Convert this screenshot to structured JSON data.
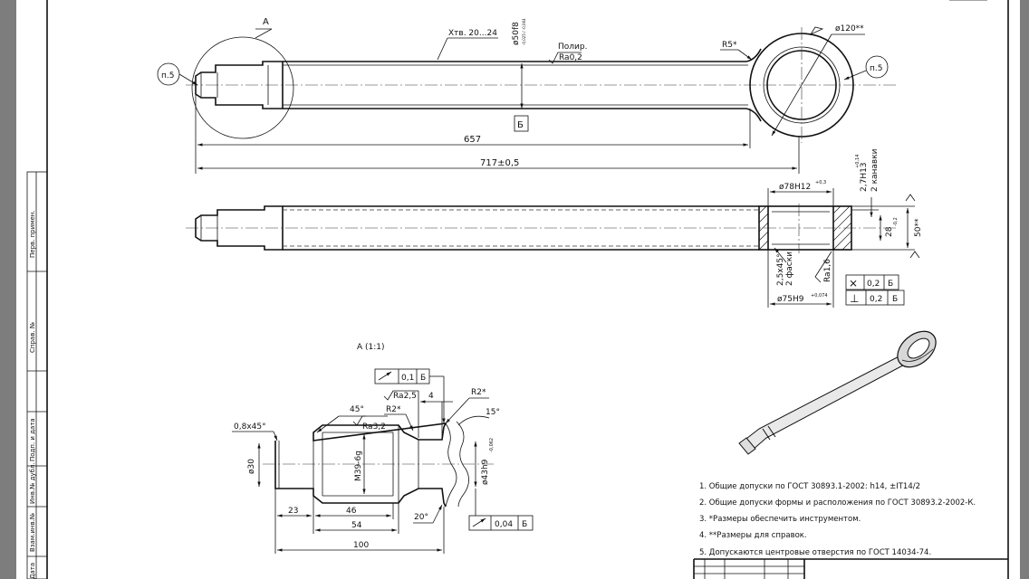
{
  "side_stamp": {
    "perv_primen": "Перв. примен.",
    "sprav_no": "Справ. №",
    "podp_data": "Подп. и дата",
    "inv_dubl": "Инв.№ дубл.",
    "vzam_inv": "Взам.инв.№",
    "data": "Дата"
  },
  "main_view": {
    "view_marker": "А",
    "coating": "Хтв. 20...24",
    "diameter_top": "ø50f8",
    "diameter_top_tol": "-0,025 / -0,064",
    "polish_label": "Полир.",
    "polish_ra": "Ra0,2",
    "radius_r5": "R5*",
    "eye_diameter": "ø120**",
    "note_left": "п.5",
    "note_right": "п.5",
    "section_letter": "Б",
    "dim_657": "657",
    "dim_717": "717±0,5"
  },
  "section_view": {
    "bore_78": "ø78H12",
    "bore_78_tol": "+0,3",
    "groove_27": "2,7H13",
    "groove_27_tol": "+0,14",
    "groove_count": "2 канавки",
    "dim_28": "28",
    "dim_28_tol": "-0,2",
    "dim_50": "50**",
    "chamfer": "2,5х45°",
    "chamfer_count": "2 фаски",
    "ra_16": "Ra1,6",
    "bore_75": "ø75H9",
    "bore_75_tol": "+0,074",
    "tol_frame_1_sym": "⨯",
    "tol_frame_1_val": "0,2",
    "tol_frame_1_base": "Б",
    "tol_frame_2_sym": "⊥",
    "tol_frame_2_val": "0,2",
    "tol_frame_2_base": "Б"
  },
  "detail_view": {
    "title": "А (1:1)",
    "runout_top_val": "0,1",
    "runout_top_base": "Б",
    "ra25": "Ra2,5",
    "dim_4": "4",
    "r2_left": "R2*",
    "r2_right": "R2*",
    "angle_45": "45°",
    "ra32": "Ra3,2",
    "angle_15": "15°",
    "chamfer_08": "0,8х45°",
    "dia_30": "ø30",
    "thread": "М39-6g",
    "dia_43": "ø43h9",
    "dia_43_tol": "-0,062",
    "angle_20": "20°",
    "runout_bot_val": "0,04",
    "runout_bot_base": "Б",
    "dim_23": "23",
    "dim_46": "46",
    "dim_54": "54",
    "dim_100": "100"
  },
  "notes": [
    "1. Общие допуски по ГОСТ 30893.1-2002: h14, ±IT14/2",
    "2. Общие допуски формы и расположения по ГОСТ 30893.2-2002-К.",
    "3. *Размеры обеспечить инструментом.",
    "4. **Размеры для справок.",
    "5. Допускаются центровые отверстия по ГОСТ 14034-74."
  ]
}
